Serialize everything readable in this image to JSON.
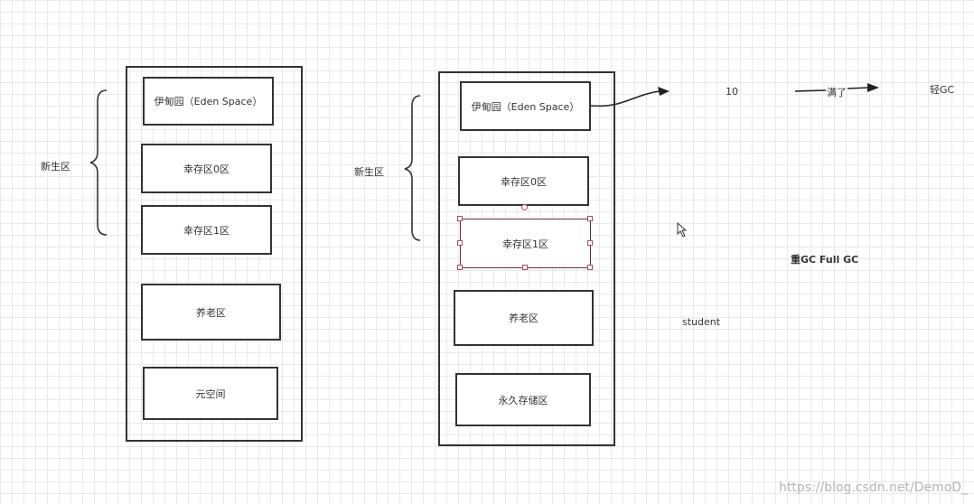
{
  "left_diagram": {
    "young_gen_label": "新生区",
    "eden": "伊甸园（Eden Space）",
    "survivor0": "幸存区0区",
    "survivor1": "幸存区1区",
    "old": "养老区",
    "metaspace": "元空间"
  },
  "right_diagram": {
    "young_gen_label": "新生区",
    "eden": "伊甸园（Eden Space）",
    "survivor0": "幸存区0区",
    "survivor1": "幸存区1区",
    "old": "养老区",
    "permgen": "永久存储区"
  },
  "annotations": {
    "count": "10",
    "full": "满了",
    "minor_gc": "轻GC",
    "major_gc": "重GC  Full GC",
    "object": "student"
  },
  "watermark": "https://blog.csdn.net/DemoD_",
  "colors": {
    "stroke": "#333333",
    "selection": "#6b2b3a",
    "grid": "#e9e9e9"
  }
}
